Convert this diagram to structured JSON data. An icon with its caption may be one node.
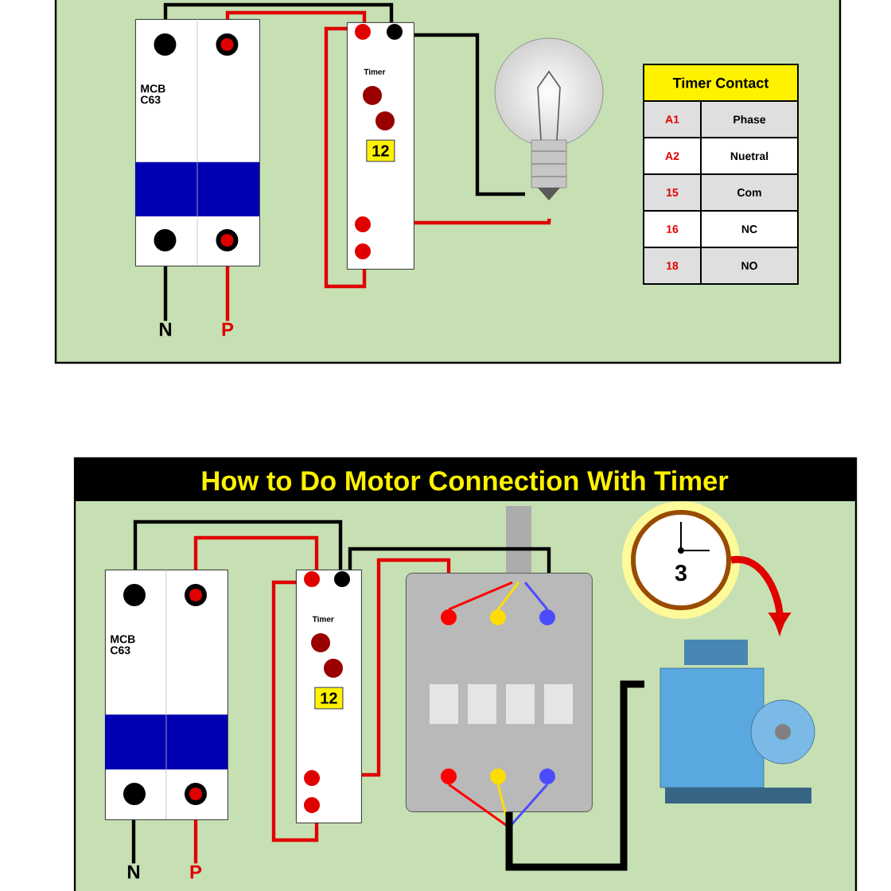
{
  "diagram": {
    "title": "How to Do Motor Connection With Timer",
    "nodes": [
      {
        "text": [
          "MCB",
          "C63"
        ]
      },
      {
        "text": [
          "Timer",
          "12"
        ]
      },
      {
        "text": [],
        "shape": "picture"
      },
      {
        "text": [
          "N"
        ]
      },
      {
        "text": [
          "P"
        ]
      },
      {
        "text": [
          "MCB",
          "C63"
        ]
      },
      {
        "text": [
          "Timer",
          "12"
        ]
      },
      {
        "text": [],
        "shape": "picture"
      },
      {
        "text": [
          "3"
        ]
      },
      {
        "text": [],
        "shape": "picture"
      },
      {
        "text": [
          "N"
        ]
      },
      {
        "text": [
          "P"
        ]
      }
    ],
    "edges": [
      {
        "from": 3,
        "to": 0,
        "arrow": "none",
        "color": "#000000"
      },
      {
        "from": 4,
        "to": 0,
        "arrow": "none",
        "color": "#e00000"
      },
      {
        "from": 0,
        "to": 1,
        "arrow": "none",
        "color": "#000000"
      },
      {
        "from": 0,
        "to": 1,
        "arrow": "none",
        "color": "#e00000"
      },
      {
        "from": 1,
        "to": 2,
        "arrow": "none",
        "color": "#000000"
      },
      {
        "from": 1,
        "to": 2,
        "arrow": "none",
        "color": "#e00000"
      },
      {
        "from": 10,
        "to": 5,
        "arrow": "none",
        "color": "#000000"
      },
      {
        "from": 11,
        "to": 5,
        "arrow": "none",
        "color": "#e00000"
      },
      {
        "from": 5,
        "to": 6,
        "arrow": "none",
        "color": "#000000"
      },
      {
        "from": 5,
        "to": 6,
        "arrow": "none",
        "color": "#e00000"
      },
      {
        "from": 6,
        "to": 7,
        "arrow": "none",
        "color": "#000000"
      },
      {
        "from": 6,
        "to": 7,
        "arrow": "none",
        "color": "#e00000"
      },
      {
        "from": 7,
        "to": 9,
        "arrow": "none",
        "style": "thick",
        "color": "#000000"
      },
      {
        "from": 8,
        "to": 9,
        "arrow": "to",
        "style": "thick",
        "color": "#e00000"
      }
    ],
    "labels": [
      "Timer Contact",
      "A1",
      "Phase",
      "A2",
      "Nuetral",
      "15",
      "Com",
      "16",
      "NC",
      "18",
      "NO"
    ]
  }
}
